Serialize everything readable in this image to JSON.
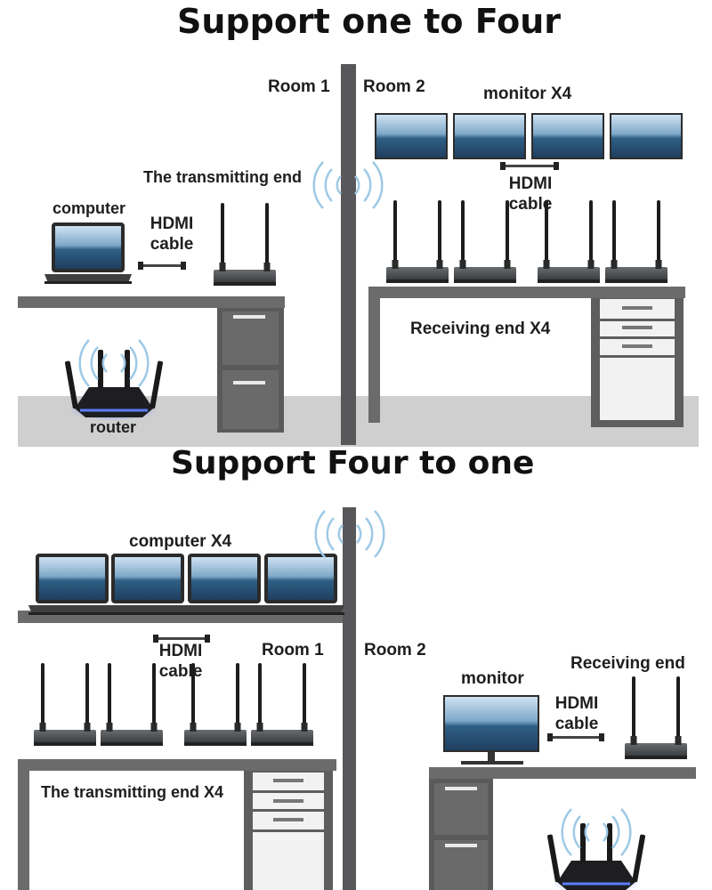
{
  "section1": {
    "title": "Support one to Four",
    "room1": "Room 1",
    "room2": "Room 2",
    "monitor": "monitor X4",
    "transmitting": "The transmitting end",
    "computer": "computer",
    "hdmi_left": {
      "line1": "HDMI",
      "line2": "cable"
    },
    "hdmi_right": {
      "line1": "HDMI",
      "line2": "cable"
    },
    "receiving": "Receiving end X4",
    "router": "router"
  },
  "section2": {
    "title": "Support  Four to one",
    "computer": "computer X4",
    "hdmi_left": {
      "line1": "HDMI",
      "line2": "cable"
    },
    "room1": "Room 1",
    "room2": "Room 2",
    "monitor": "monitor",
    "receiving": "Receiving end",
    "hdmi_right": {
      "line1": "HDMI",
      "line2": "cable"
    },
    "transmitting": "The transmitting end X4"
  },
  "colors": {
    "wall": "#58585a",
    "furniture": "#6b6b6b",
    "floor": "#cfcfcf",
    "screen": "#3a6f9a",
    "wifi": "#9ec9e6",
    "router_glow": "#4a74d8"
  }
}
